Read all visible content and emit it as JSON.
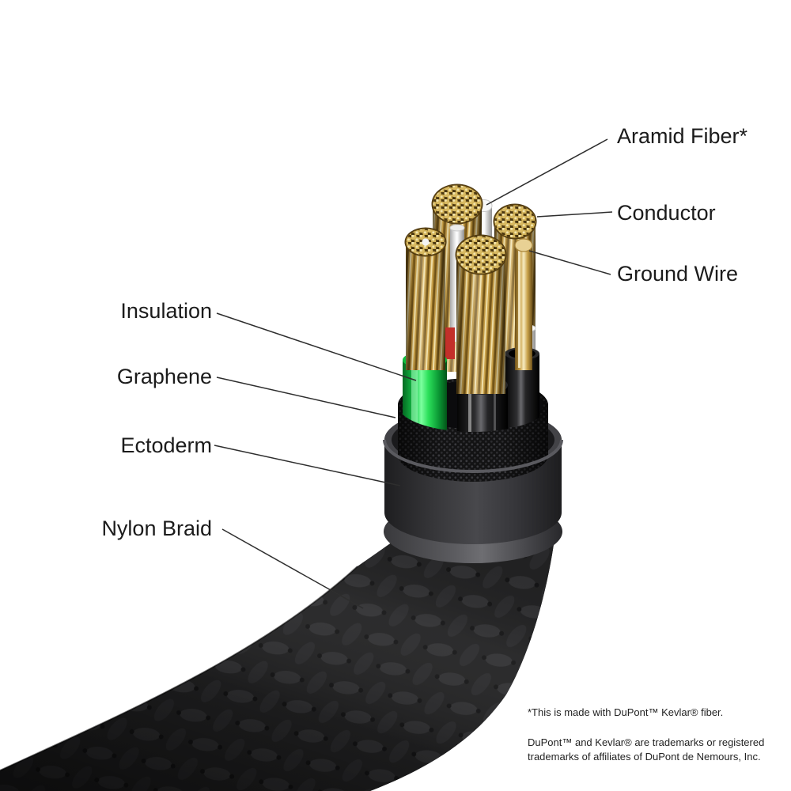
{
  "figure": {
    "description": "Cutaway illustration of a braided charging cable showing internal layers",
    "background": "#ffffff"
  },
  "labels": {
    "aramid_fiber": "Aramid Fiber*",
    "conductor": "Conductor",
    "ground_wire": "Ground Wire",
    "insulation": "Insulation",
    "graphene": "Graphene",
    "ectoderm": "Ectoderm",
    "nylon_braid": "Nylon Braid"
  },
  "footnotes": {
    "kevlar_note": "*This is made with DuPont™ Kevlar® fiber.",
    "trademark_line1": "DuPont™ and Kevlar® are trademarks or registered",
    "trademark_line2": "trademarks of affiliates of DuPont de Nemours, Inc."
  },
  "colors": {
    "insulation_green": "#2be05a",
    "conductor_gold": "#cfa64e",
    "braid_black": "#232323",
    "ectoderm_gray": "#48484c",
    "leader_line": "#2e2e2e",
    "background": "#ffffff"
  }
}
